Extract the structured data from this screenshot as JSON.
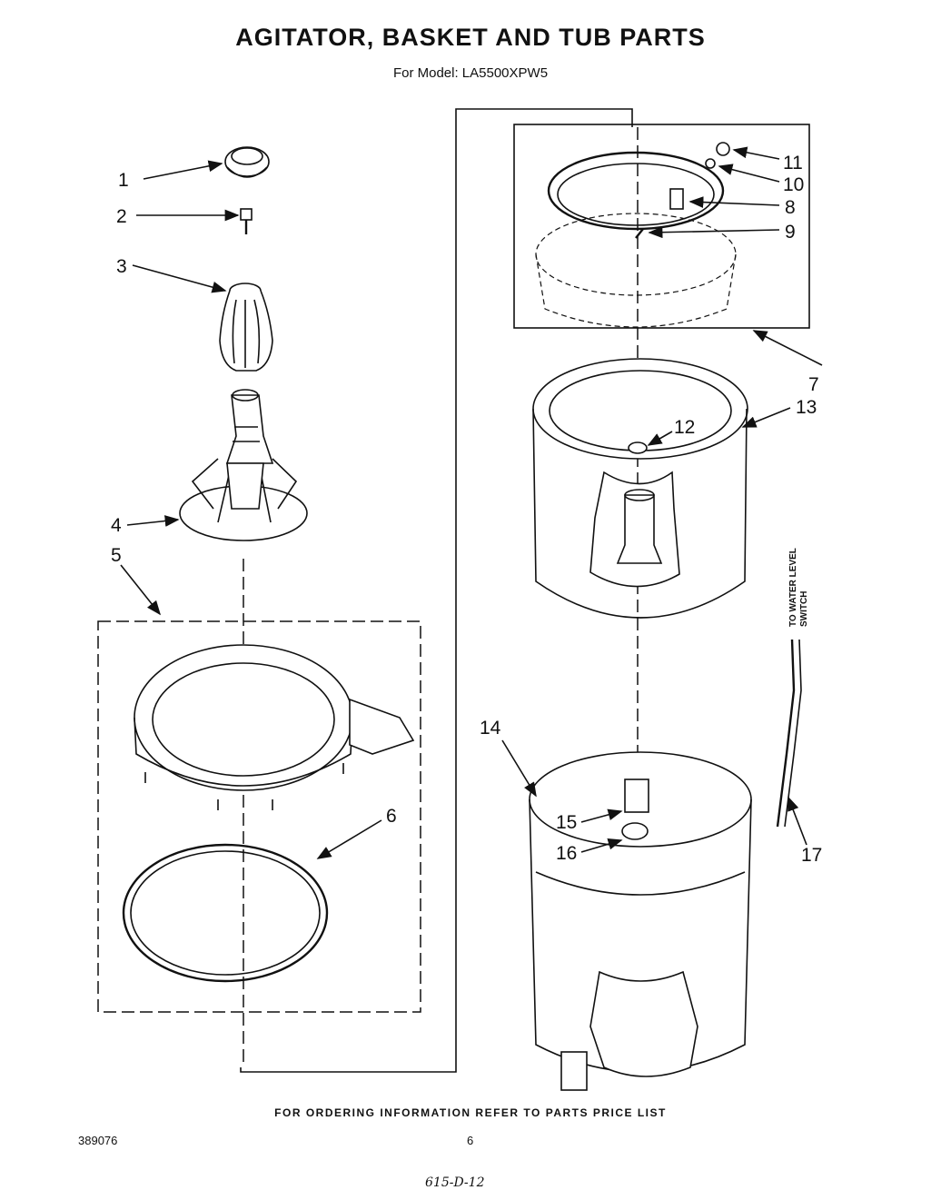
{
  "header": {
    "title": "AGITATOR, BASKET AND TUB PARTS",
    "subtitle": "For Model: LA5500XPW5"
  },
  "callouts": [
    "1",
    "2",
    "3",
    "4",
    "5",
    "6",
    "7",
    "8",
    "9",
    "10",
    "11",
    "12",
    "13",
    "14",
    "15",
    "16",
    "17"
  ],
  "side_label": {
    "line1": "TO WATER LEVEL",
    "line2": "SWITCH"
  },
  "footer": {
    "ordering_note": "FOR ORDERING INFORMATION REFER TO PARTS PRICE LIST",
    "doc_number": "389076",
    "page_number": "6",
    "handwritten": "615-D-12"
  }
}
